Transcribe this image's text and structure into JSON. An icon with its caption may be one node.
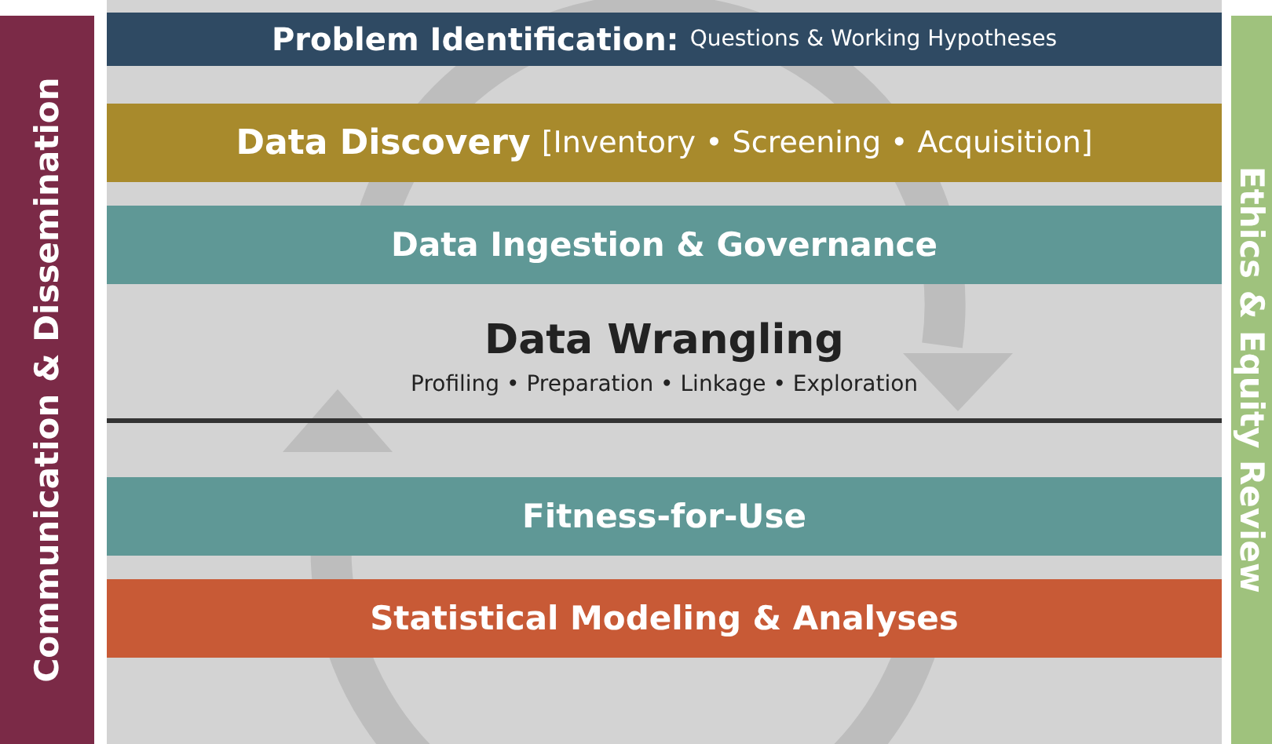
{
  "diagram": {
    "nodes": [
      {
        "text": [
          "Communication & Dissemination"
        ]
      },
      {
        "text": [
          "Problem Identification:",
          "Questions & Working Hypotheses"
        ]
      },
      {
        "text": [
          "Data Discovery",
          "[Inventory • Screening • Acquisition]"
        ]
      },
      {
        "text": [
          "Data Ingestion & Governance"
        ]
      },
      {
        "text": [
          "Fitness-for-Use"
        ]
      },
      {
        "text": [
          "Statistical Modeling & Analyses"
        ]
      },
      {
        "text": [
          "Ethics & Equity Review"
        ]
      }
    ],
    "labels": [
      "Data Wrangling",
      "Profiling • Preparation • Linkage • Exploration"
    ]
  }
}
